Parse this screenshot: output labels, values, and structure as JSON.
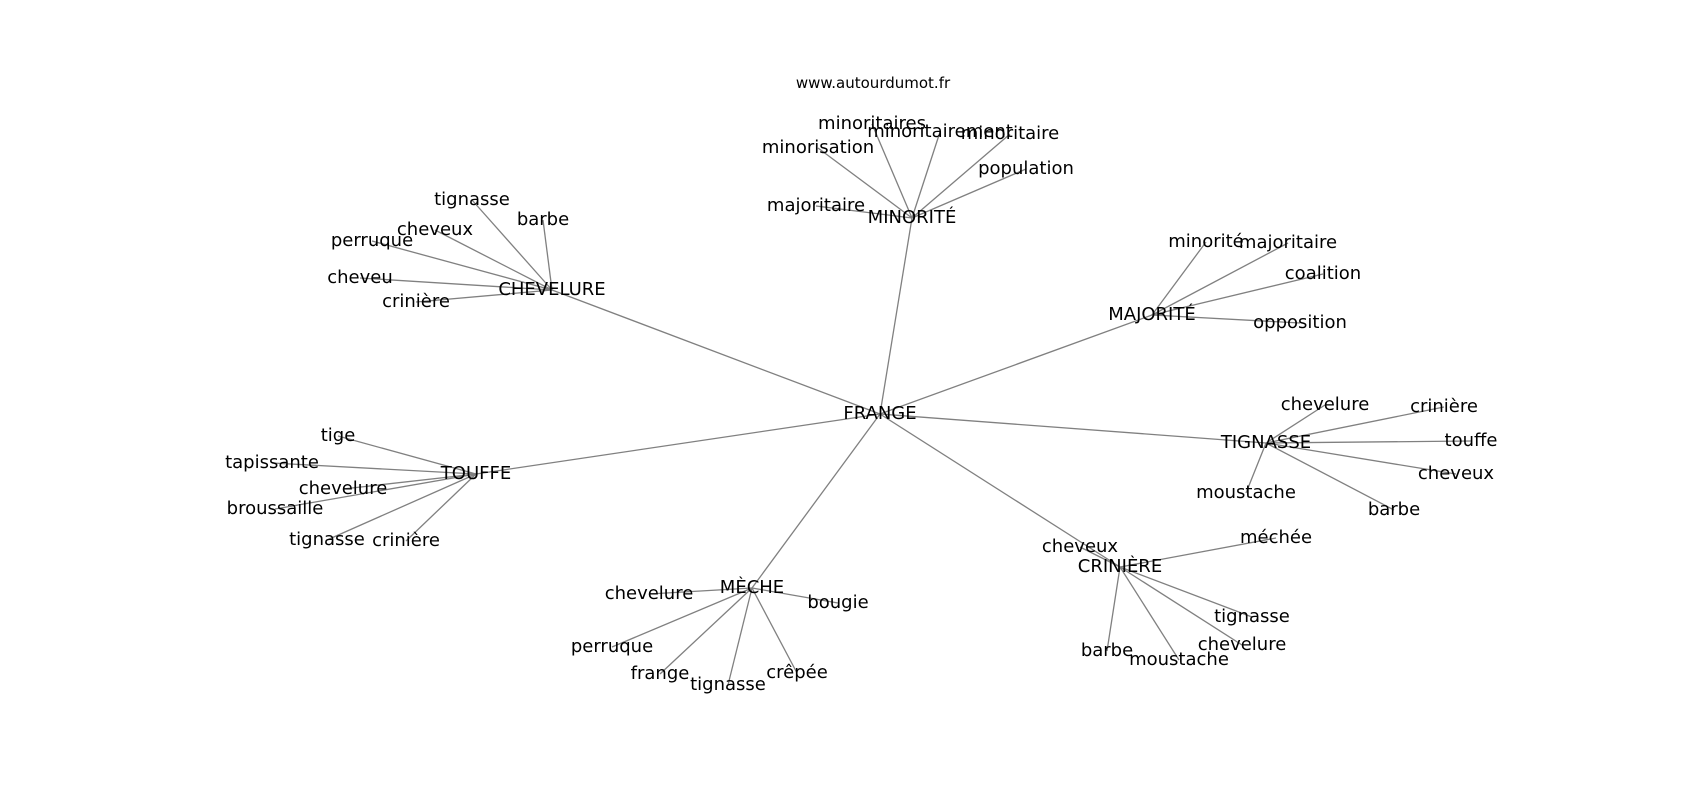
{
  "credit": "www.autourdumot.fr",
  "center": {
    "id": "frange",
    "label": "FRANGE"
  },
  "clusters": [
    {
      "id": "minorite",
      "label": "MINORITÉ",
      "leaves": [
        "minoritaires",
        "minoritairement",
        "minoritaire",
        "minorisation",
        "population",
        "majoritaire"
      ]
    },
    {
      "id": "chevelure",
      "label": "CHEVELURE",
      "leaves": [
        "tignasse",
        "barbe",
        "cheveux",
        "perruque",
        "cheveu",
        "crinière"
      ]
    },
    {
      "id": "majorite",
      "label": "MAJORITÉ",
      "leaves": [
        "minorité",
        "majoritaire",
        "coalition",
        "opposition"
      ]
    },
    {
      "id": "tignasse",
      "label": "TIGNASSE",
      "leaves": [
        "chevelure",
        "crinière",
        "touffe",
        "cheveux",
        "moustache",
        "barbe"
      ]
    },
    {
      "id": "touffe",
      "label": "TOUFFE",
      "leaves": [
        "tige",
        "tapissante",
        "chevelure",
        "broussaille",
        "tignasse",
        "crinière"
      ]
    },
    {
      "id": "criniere",
      "label": "CRINIÈRE",
      "leaves": [
        "cheveux",
        "méchée",
        "tignasse",
        "chevelure",
        "barbe",
        "moustache"
      ]
    },
    {
      "id": "meche",
      "label": "MÈCHE",
      "leaves": [
        "chevelure",
        "bougie",
        "perruque",
        "frange",
        "tignasse",
        "crêpée"
      ]
    }
  ]
}
